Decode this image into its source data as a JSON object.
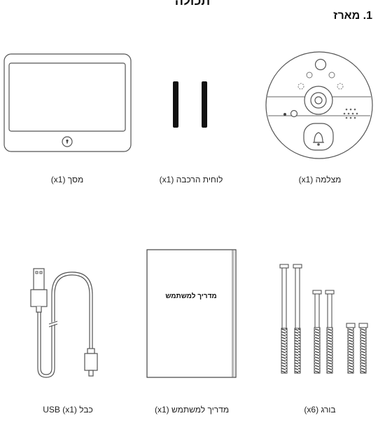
{
  "page": {
    "heading_cut": "תכולה",
    "section_title": "1. מארז"
  },
  "items": [
    {
      "caption": "מסך (x1)",
      "icon": "screen-icon"
    },
    {
      "caption": "לוחית הרכבה (x1)",
      "icon": "mounting-plate-icon"
    },
    {
      "caption": "מצלמה (x1)",
      "icon": "camera-icon"
    },
    {
      "caption": "כבל USB (x1)",
      "icon": "usb-cable-icon"
    },
    {
      "caption": "מדריך למשתמש (x1)",
      "icon": "user-manual-icon"
    },
    {
      "caption": "בורג (x6)",
      "icon": "screw-icon"
    }
  ],
  "manual_cover_title": "מדריך למשתמש"
}
